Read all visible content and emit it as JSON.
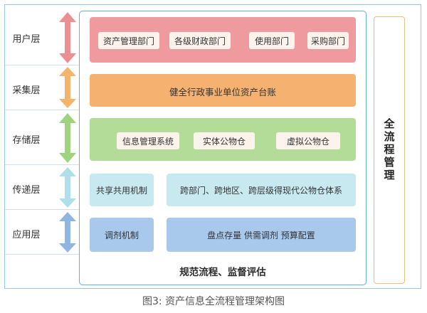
{
  "layers": [
    {
      "label": "用户层",
      "arrow_color": "#ec8f93"
    },
    {
      "label": "采集层",
      "arrow_color": "#f5b46b"
    },
    {
      "label": "存储层",
      "arrow_color": "#9fd37f"
    },
    {
      "label": "传递层",
      "arrow_color": "#aee0ec"
    },
    {
      "label": "应用层",
      "arrow_color": "#8fb6e3"
    }
  ],
  "user_layer": {
    "color": "#ef9a9f",
    "items": [
      "资产管理部门",
      "各级财政部门",
      "使用部门",
      "采购部门"
    ]
  },
  "collect_layer": {
    "color": "#f4b170",
    "text": "健全行政事业单位资产台账"
  },
  "storage_layer": {
    "color": "#b3dc99",
    "items": [
      "信息管理系统",
      "实体公物仓",
      "虚拟公物仓"
    ]
  },
  "transfer_layer": {
    "color": "#c9e9f1",
    "left": "共享共用机制",
    "right": "跨部门、跨地区、跨层级得现代公物仓体系"
  },
  "apply_layer": {
    "color": "#a8c8ec",
    "left": "调剂机制",
    "right": "盘点存量  供需调剂  预算配置"
  },
  "footer": "规范流程、监督评估",
  "side_label": "全流程管理",
  "caption": "图3: 资产信息全流程管理架构图"
}
